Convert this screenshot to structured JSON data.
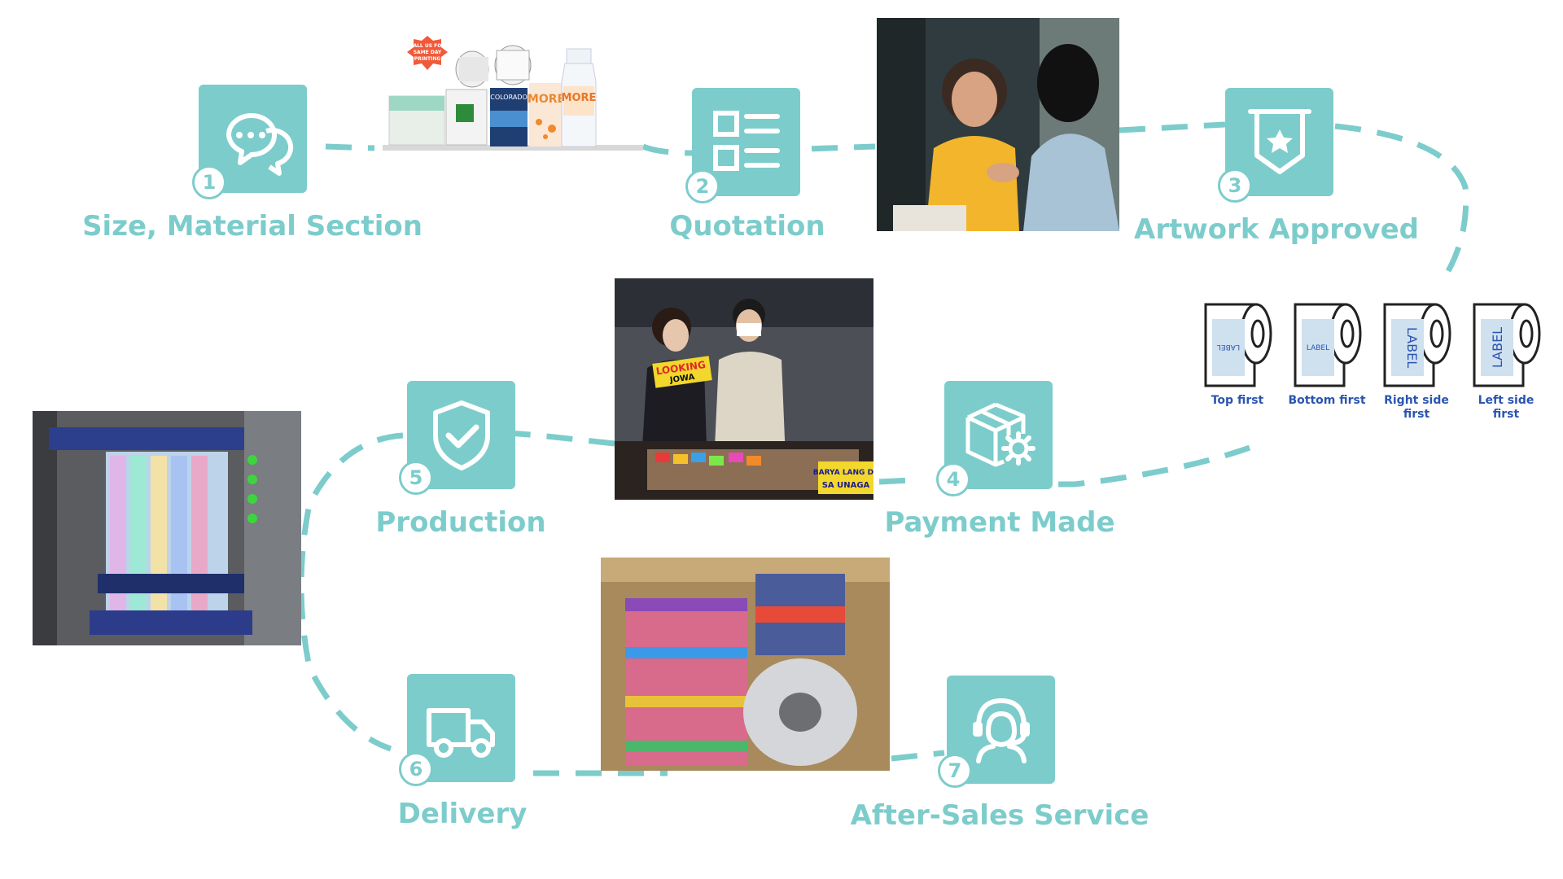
{
  "steps": [
    {
      "num": "1",
      "label": "Size, Material Section",
      "icon": "chat-bubbles-icon"
    },
    {
      "num": "2",
      "label": "Quotation",
      "icon": "checklist-icon"
    },
    {
      "num": "3",
      "label": "Artwork Approved",
      "icon": "star-badge-icon"
    },
    {
      "num": "4",
      "label": "Payment Made",
      "icon": "box-gear-icon"
    },
    {
      "num": "5",
      "label": "Production",
      "icon": "shield-check-icon"
    },
    {
      "num": "6",
      "label": "Delivery",
      "icon": "truck-icon"
    },
    {
      "num": "7",
      "label": "After-Sales Service",
      "icon": "headset-agent-icon"
    }
  ],
  "sticker_badge": [
    "CALL US FOR",
    "SAME DAY",
    "PRINTING"
  ],
  "product_labels": {
    "colorado": "COLORADO",
    "more_1": "MORE",
    "more_2": "MORE"
  },
  "expo_signs": {
    "sign_left_1": "LOOKING",
    "sign_left_2": "JOWA",
    "sign_right_1": "BARYA LANG DE",
    "sign_right_2": "SA UNAGA"
  },
  "roll_options": [
    {
      "caption": "Top first",
      "label": "LABEL"
    },
    {
      "caption": "Bottom first",
      "label": "LABEL"
    },
    {
      "caption": "Right side first",
      "label": "LABEL"
    },
    {
      "caption": "Left side first",
      "label": "LABEL"
    }
  ],
  "colors": {
    "accent": "#7dcccc",
    "roll_text": "#2b55b0"
  }
}
